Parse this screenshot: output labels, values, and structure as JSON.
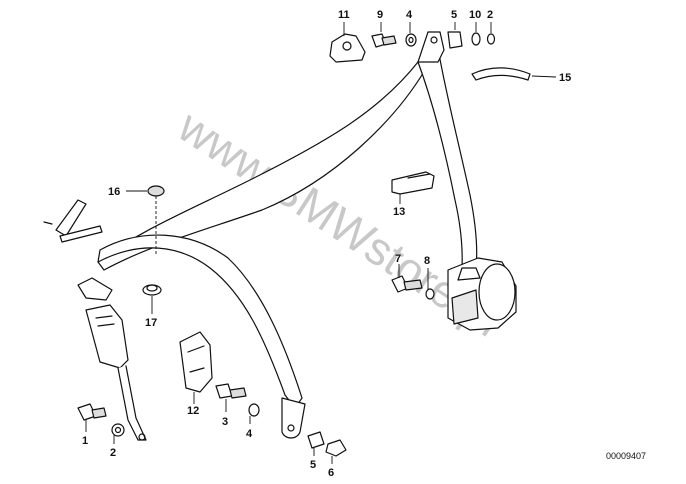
{
  "diagram": {
    "part_numbers": {
      "p1": "1",
      "p2": "2",
      "p3": "3",
      "p4": "4",
      "p5_lower": "5",
      "p6": "6",
      "p7": "7",
      "p8": "8",
      "p9": "9",
      "p11": "11",
      "p4_top": "4",
      "p5_top": "5",
      "p10": "10",
      "p2_top": "2",
      "p12": "12",
      "p13": "13",
      "p15": "15",
      "p16": "16",
      "p17": "17"
    },
    "drawing_code": "00009407",
    "watermark": "www.BMWstore.pl"
  }
}
